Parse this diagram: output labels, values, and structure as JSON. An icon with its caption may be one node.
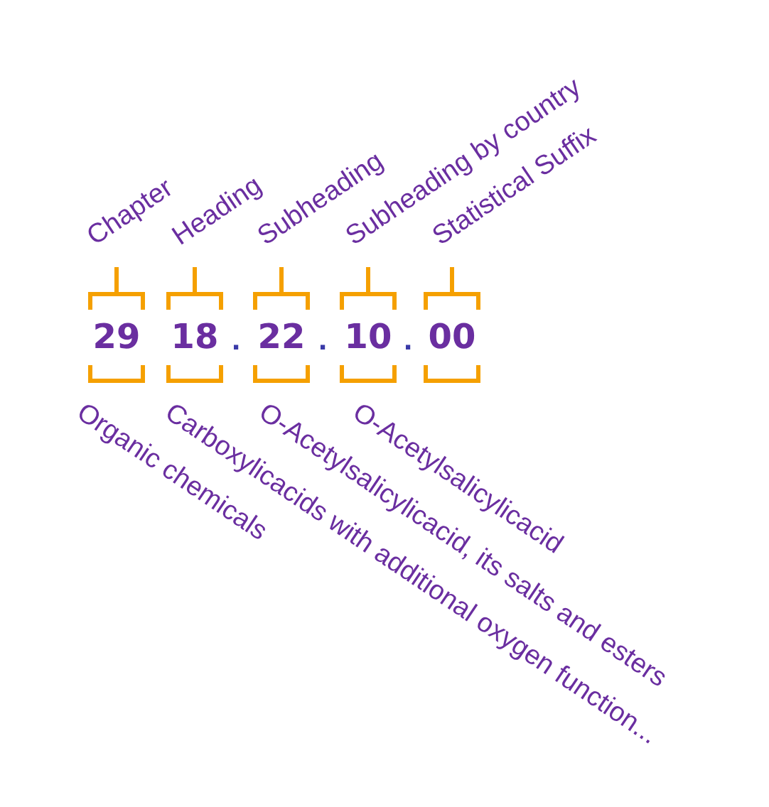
{
  "diagram": {
    "nodes": [
      {
        "text": [
          "29"
        ],
        "beside": [
          "Chapter",
          "Organic chemicals"
        ]
      },
      {
        "text": [
          "18"
        ],
        "beside": [
          "Heading",
          "Carboxylicacids with additional oxygen function..."
        ]
      },
      {
        "text": [
          "22"
        ],
        "beside": [
          "Subheading",
          "O-Acetylsalicylicacid, its salts and esters"
        ]
      },
      {
        "text": [
          "10"
        ],
        "beside": [
          "Subheading by country",
          "O-Acetylsalicylicacid"
        ]
      },
      {
        "text": [
          "00"
        ],
        "beside": [
          "Statistical Suffix"
        ]
      }
    ],
    "labels": [
      ".",
      ".",
      "."
    ]
  }
}
